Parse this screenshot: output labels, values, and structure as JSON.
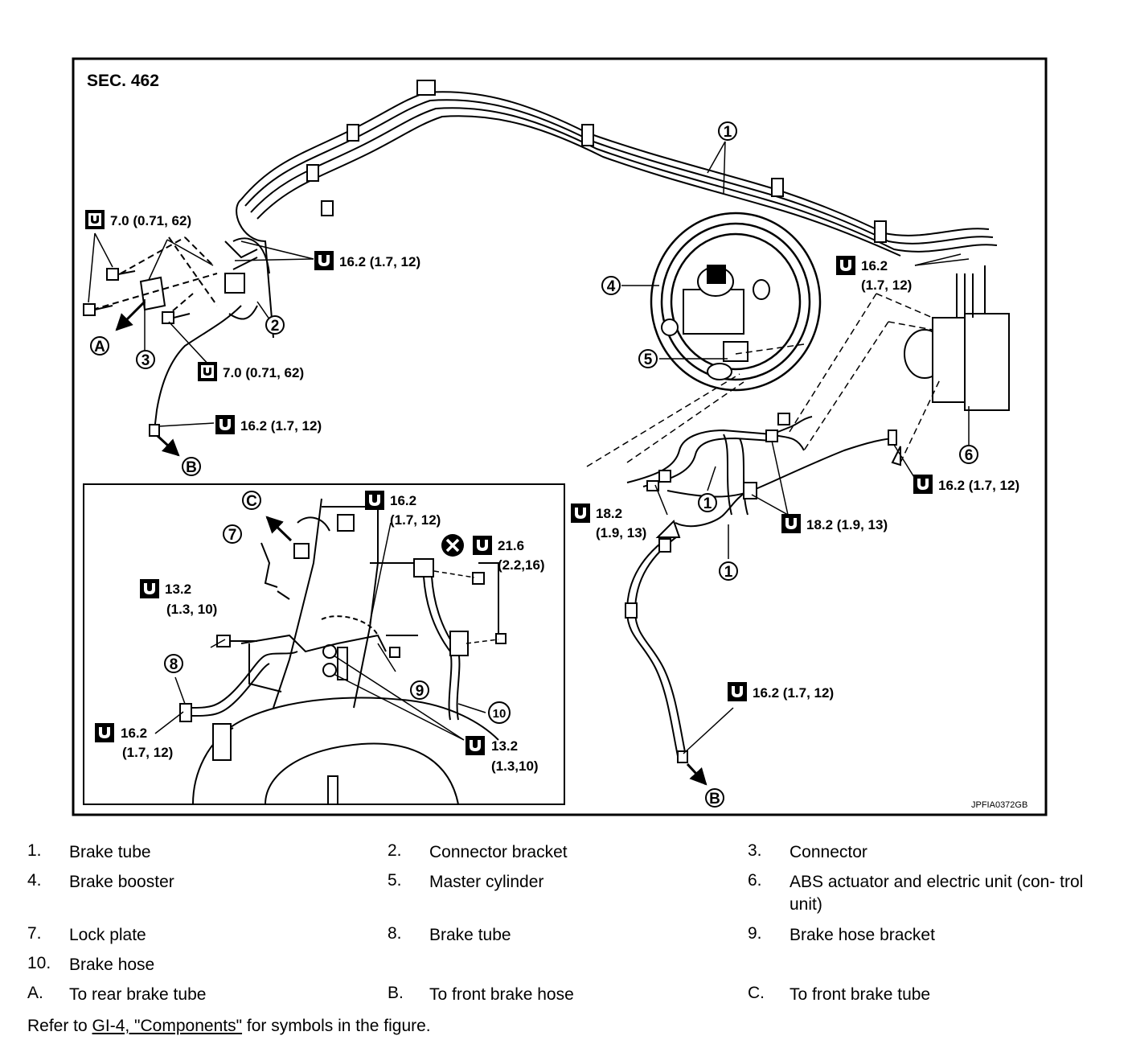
{
  "diagram": {
    "section": "SEC. 462",
    "code": "JPFIA0372GB",
    "callouts": {
      "c1a": "1",
      "c1b": "1",
      "c1c": "1",
      "c2": "2",
      "c3": "3",
      "c4": "4",
      "c5": "5",
      "c6": "6",
      "c7": "7",
      "c8": "8",
      "c9": "9",
      "c10": "10",
      "cA": "A",
      "cB1": "B",
      "cB2": "B",
      "cC": "C"
    },
    "torques": {
      "t1": "7.0 (0.71, 62)",
      "t2": "16.2 (1.7, 12)",
      "t3": "7.0 (0.71, 62)",
      "t4": "16.2 (1.7, 12)",
      "t5_l1": "16.2",
      "t5_l2": "(1.7, 12)",
      "t6": "16.2 (1.7, 12)",
      "t7_l1": "18.2",
      "t7_l2": "(1.9, 13)",
      "t8": "18.2 (1.9, 13)",
      "t9": "16.2 (1.7, 12)",
      "t10_l1": "16.2",
      "t10_l2": "(1.7, 12)",
      "t11_l1": "21.6",
      "t11_l2": "(2.2,16)",
      "t12_l1": "13.2",
      "t12_l2": "(1.3, 10)",
      "t13_l1": "16.2",
      "t13_l2": "(1.7, 12)",
      "t14_l1": "13.2",
      "t14_l2": "(1.3,10)"
    }
  },
  "legend": [
    [
      {
        "num": "1.",
        "text": "Brake tube"
      },
      {
        "num": "2.",
        "text": "Connector bracket"
      },
      {
        "num": "3.",
        "text": "Connector"
      }
    ],
    [
      {
        "num": "4.",
        "text": "Brake booster"
      },
      {
        "num": "5.",
        "text": "Master cylinder"
      },
      {
        "num": "6.",
        "text": "ABS actuator and electric unit (con- trol unit)"
      }
    ],
    [
      {
        "num": "7.",
        "text": "Lock plate"
      },
      {
        "num": "8.",
        "text": "Brake tube"
      },
      {
        "num": "9.",
        "text": "Brake hose bracket"
      }
    ],
    [
      {
        "num": "10.",
        "text": "Brake hose"
      }
    ],
    [
      {
        "num": "A.",
        "text": "To rear brake tube"
      },
      {
        "num": "B.",
        "text": "To front brake hose"
      },
      {
        "num": "C.",
        "text": "To front brake tube"
      }
    ]
  ],
  "refer": {
    "prefix": "Refer to ",
    "link": "GI-4, \"Components\"",
    "suffix": " for symbols in the figure."
  }
}
